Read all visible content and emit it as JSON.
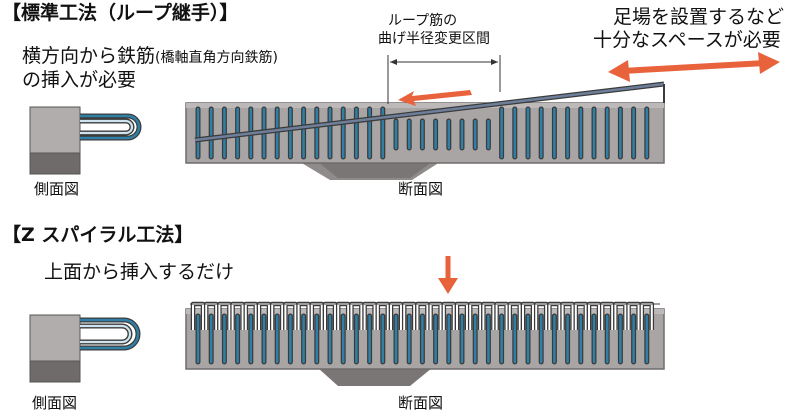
{
  "standard": {
    "title": "【標準工法（ループ継手）】",
    "insert_text_1a": "横方向から鉄筋",
    "insert_text_1b": "(橋軸直角方向鉄筋)",
    "insert_text_2": "の挿入が必要",
    "annotation_1": "ループ筋の",
    "annotation_2": "曲げ半径変更区間",
    "space_text_1": "足場を設置するなど",
    "space_text_2": "十分なスペースが必要",
    "side_label": "側面図",
    "section_label": "断面図"
  },
  "spiral": {
    "title": "【Z スパイラル工法】",
    "insert_text": "上面から挿入するだけ",
    "side_label": "側面図",
    "section_label": "断面図"
  },
  "colors": {
    "concrete": "#a9a5a4",
    "concrete_dark": "#6f6b6b",
    "rebar_blue": "#2f7fa6",
    "arrow_orange": "#e8623c",
    "rebar_outline": "#3b3b3b"
  }
}
